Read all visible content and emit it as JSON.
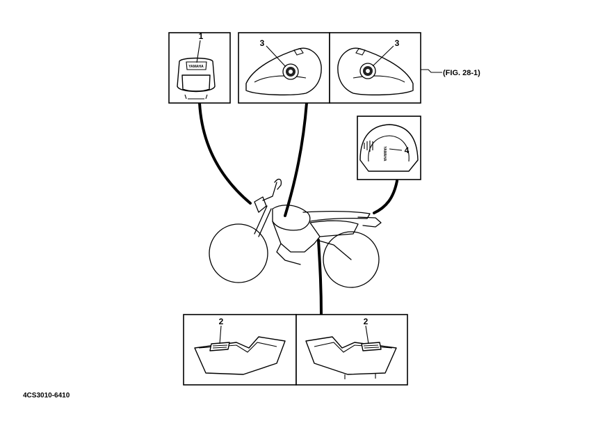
{
  "callouts": {
    "headlight_label": "1",
    "tank_left_label": "3",
    "tank_right_label": "3",
    "rear_fender_label": "4",
    "cover_left_label": "2",
    "cover_right_label": "2"
  },
  "figure_reference": "(FIG. 28-1)",
  "part_code": "4CS3010-6410",
  "icons": [
    "headlight-cover-icon",
    "fuel-tank-icon",
    "tuning-fork-emblem-icon",
    "rear-fender-icon",
    "side-cover-icon",
    "motorcycle-silhouette-icon"
  ]
}
